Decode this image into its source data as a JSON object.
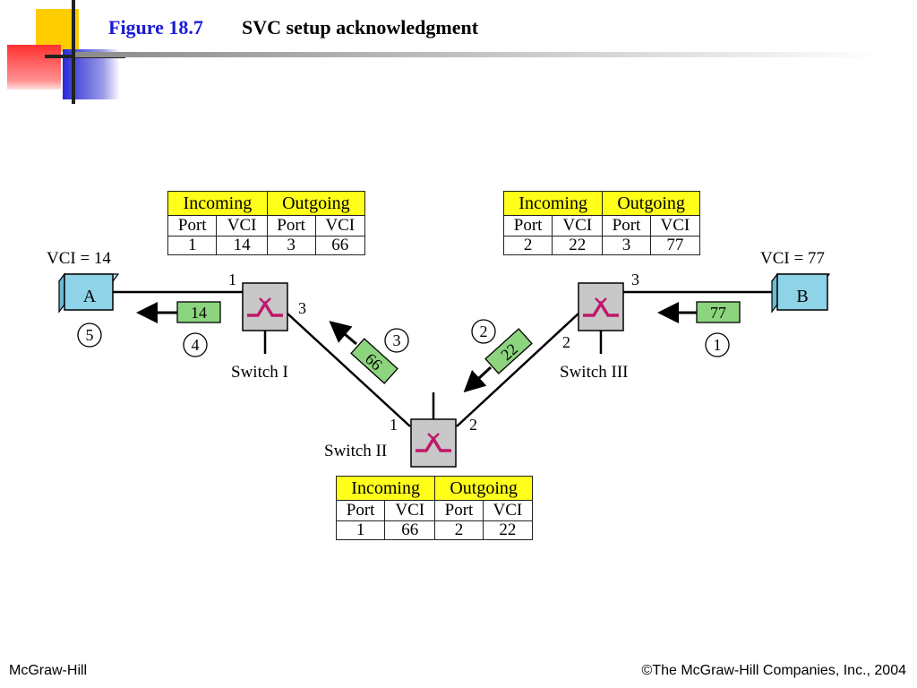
{
  "slide": {
    "figure_label": "Figure 18.7",
    "title": "SVC setup acknowledgment",
    "footer_left": "McGraw-Hill",
    "footer_right": "©The McGraw-Hill Companies, Inc., 2004"
  },
  "tables": {
    "switch1": {
      "incoming": "Incoming",
      "outgoing": "Outgoing",
      "cols": [
        "Port",
        "VCI",
        "Port",
        "VCI"
      ],
      "row": [
        "1",
        "14",
        "3",
        "66"
      ]
    },
    "switch2": {
      "incoming": "Incoming",
      "outgoing": "Outgoing",
      "cols": [
        "Port",
        "VCI",
        "Port",
        "VCI"
      ],
      "row": [
        "1",
        "66",
        "2",
        "22"
      ]
    },
    "switch3": {
      "incoming": "Incoming",
      "outgoing": "Outgoing",
      "cols": [
        "Port",
        "VCI",
        "Port",
        "VCI"
      ],
      "row": [
        "2",
        "22",
        "3",
        "77"
      ]
    }
  },
  "diagram": {
    "host_a": {
      "label": "A",
      "vci": "VCI = 14"
    },
    "host_b": {
      "label": "B",
      "vci": "VCI = 77"
    },
    "switch1": {
      "name": "Switch I",
      "ports": [
        "1",
        "3"
      ]
    },
    "switch2": {
      "name": "Switch II",
      "ports": [
        "1",
        "2"
      ]
    },
    "switch3": {
      "name": "Switch III",
      "ports": [
        "2",
        "3"
      ]
    },
    "packets": [
      "77",
      "22",
      "66",
      "14"
    ],
    "steps": [
      "1",
      "2",
      "3",
      "4",
      "5"
    ],
    "colors": {
      "host": "#8ed3e8",
      "switch": "#c8c8c8",
      "packet": "#8cd47e",
      "table_header": "#ffff1a",
      "icon": "#c0186a",
      "title": "#1a1ad6"
    }
  }
}
